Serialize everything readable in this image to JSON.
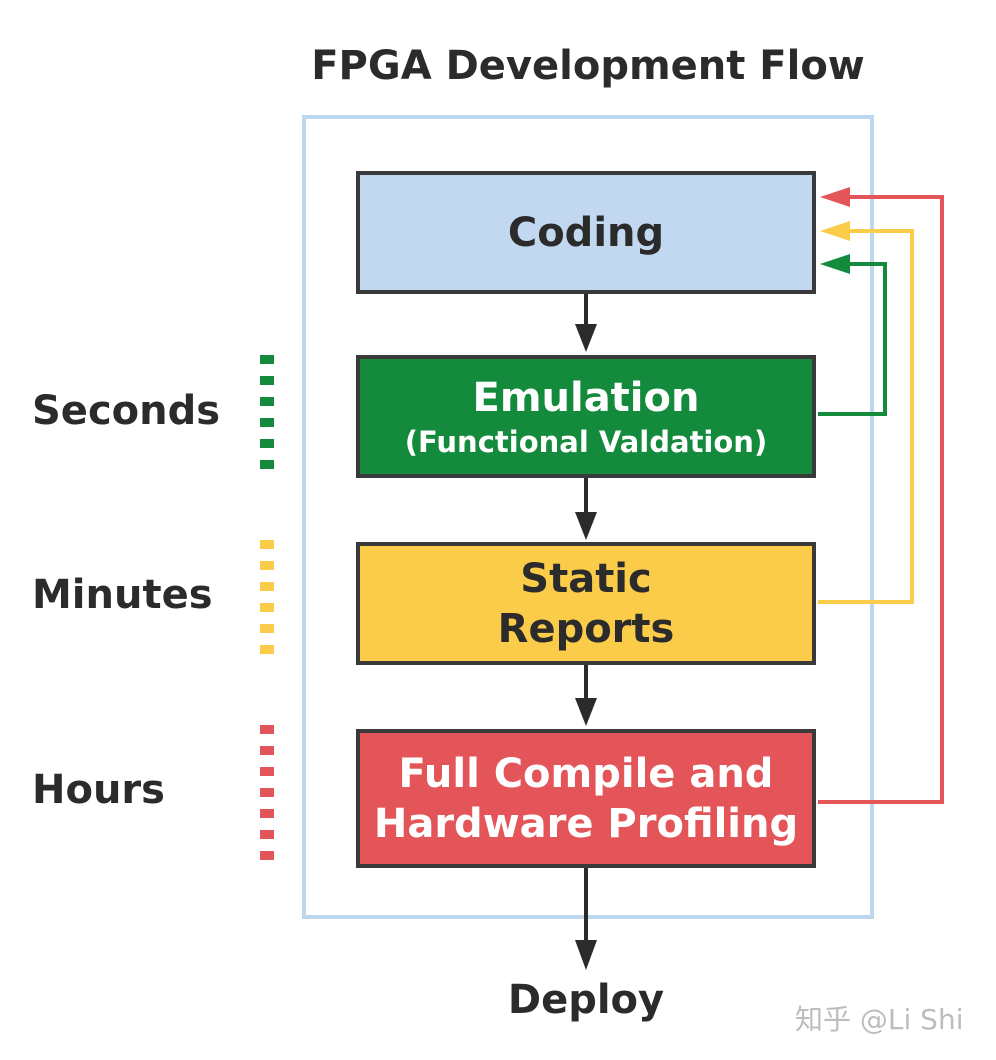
{
  "title": "FPGA Development Flow",
  "colors": {
    "frame": "#bcd7ee",
    "coding_fill": "#c2d8f1",
    "emulation_fill": "#138a3c",
    "static_fill": "#fbcc4a",
    "compile_fill": "#e4555a",
    "box_border": "#3a3a3a",
    "arrow": "#2b2b2b",
    "feedback_green": "#138a3c",
    "feedback_yellow": "#fbcc4a",
    "feedback_red": "#e4555a"
  },
  "steps": [
    {
      "id": "coding",
      "line1": "Coding",
      "line2": "",
      "text_color": "#2b2b2b"
    },
    {
      "id": "emulation",
      "line1": "Emulation",
      "line2": "(Functional Valdation)",
      "text_color": "#ffffff"
    },
    {
      "id": "static",
      "line1": "Static",
      "line2": "Reports",
      "text_color": "#2b2b2b"
    },
    {
      "id": "compile",
      "line1": "Full Compile and",
      "line2": "Hardware Profiling",
      "text_color": "#ffffff"
    }
  ],
  "time_scales": [
    {
      "label": "Seconds",
      "color": "#138a3c"
    },
    {
      "label": "Minutes",
      "color": "#fbcc4a"
    },
    {
      "label": "Hours",
      "color": "#e4555a"
    }
  ],
  "deploy_label": "Deploy",
  "watermark": "知乎 @Li Shi"
}
